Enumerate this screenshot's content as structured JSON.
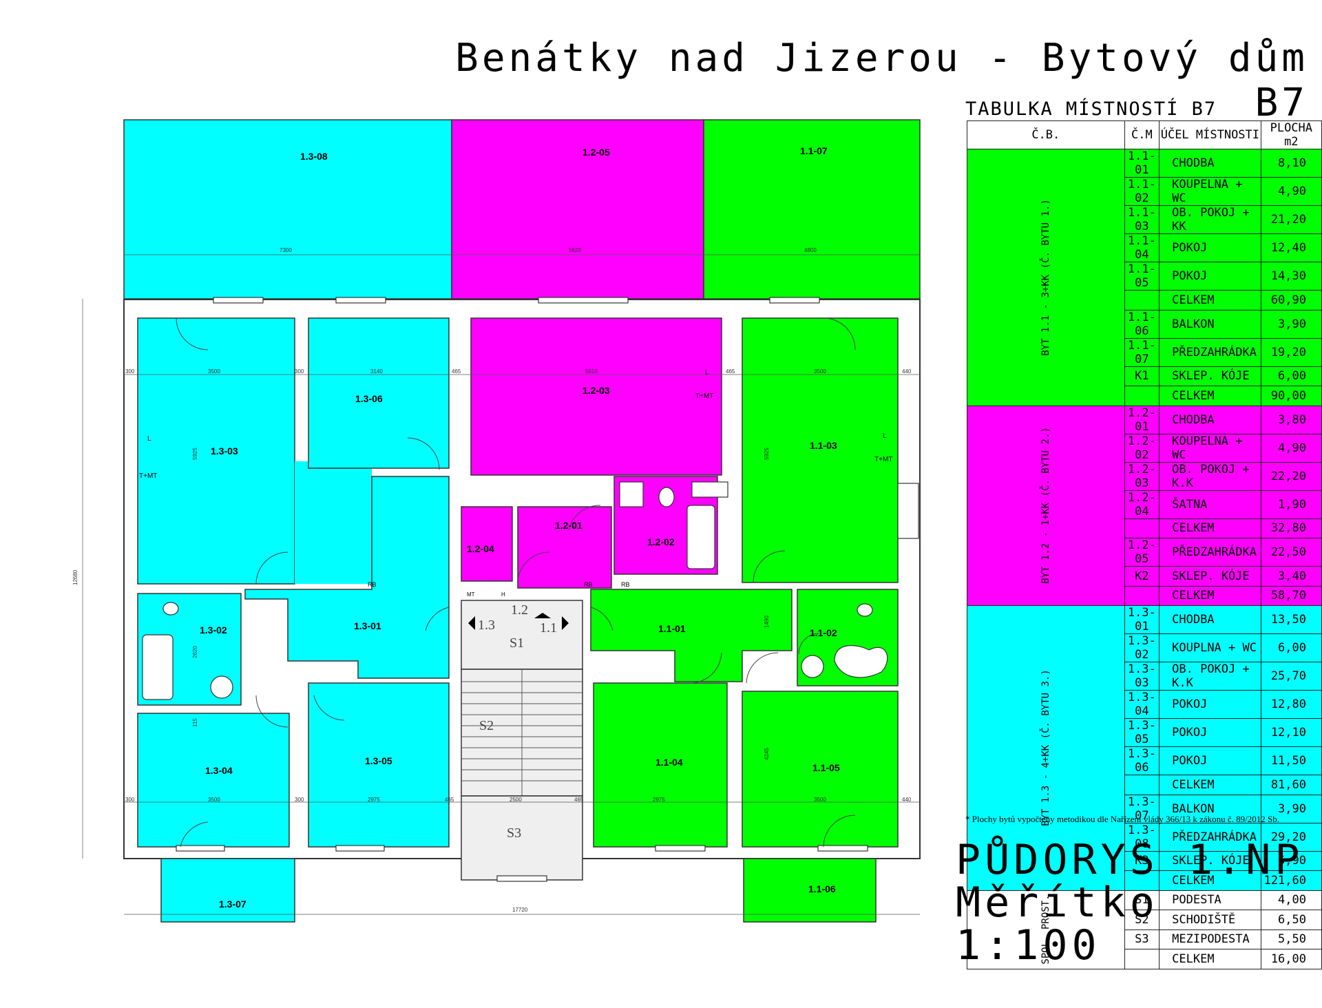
{
  "title": "Benátky nad Jizerou - Bytový dům B7",
  "colors": {
    "byt_1_1": "#00ff00",
    "byt_1_2": "#ff00ff",
    "byt_1_3": "#00ffff",
    "stair": "#efefef",
    "wall": "#ffffff"
  },
  "rooms": {
    "r1_3_08": "1.3-08",
    "r1_2_05": "1.2-05",
    "r1_1_07": "1.1-07",
    "r1_3_06": "1.3-06",
    "r1_3_03": "1.3-03",
    "r1_2_03": "1.2-03",
    "r1_1_03": "1.1-03",
    "r1_2_04": "1.2-04",
    "r1_2_01": "1.2-01",
    "r1_2_02": "1.2-02",
    "r1_3_02": "1.3-02",
    "r1_3_01": "1.3-01",
    "r1_1_01": "1.1-01",
    "r1_1_02": "1.1-02",
    "r1_3_04": "1.3-04",
    "r1_3_05": "1.3-05",
    "r1_1_04": "1.1-04",
    "r1_1_05": "1.1-05",
    "r1_3_07": "1.3-07",
    "r1_1_06": "1.1-06"
  },
  "stairs": {
    "s1": "S1",
    "s2": "S2",
    "s3": "S3",
    "a13": "1.3",
    "a12": "1.2",
    "a11": "1.1"
  },
  "fixtures": {
    "tmt": "T+MT",
    "l": "L",
    "rb": "RB",
    "mt": "MT",
    "h": "H"
  },
  "dimensions": {
    "d7300": "7300",
    "d5620": "5620",
    "d4800": "4800",
    "d12680": "12680",
    "d17720": "17720",
    "d3500": "3500",
    "d3140": "3140",
    "d5610": "5610",
    "d2975": "2975",
    "d2500": "2500",
    "d5925": "5925",
    "d4245": "4245",
    "d2620": "2620",
    "d300": "300",
    "d440": "440",
    "d465": "465",
    "d115": "115",
    "d1490": "1490"
  },
  "table": {
    "title": "TABULKA MÍSTNOSTÍ B7",
    "headers": [
      "Č.B.",
      "Č.M",
      "ÚČEL MÍSTNOSTI",
      "PLOCHA m2"
    ],
    "groups": [
      {
        "label": "BYT 1.1 - 3+KK (Č. BYTU 1.)",
        "rows": [
          [
            "1.1-01",
            "CHODBA",
            "8,10"
          ],
          [
            "1.1-02",
            "KOUPELNA + WC",
            "4,90"
          ],
          [
            "1.1-03",
            "OB. POKOJ + KK",
            "21,20"
          ],
          [
            "1.1-04",
            "POKOJ",
            "12,40"
          ],
          [
            "1.1-05",
            "POKOJ",
            "14,30"
          ],
          [
            "",
            "CELKEM",
            "60,90"
          ],
          [
            "1.1-06",
            "BALKON",
            "3,90"
          ],
          [
            "1.1-07",
            "PŘEDZAHRÁDKA",
            "19,20"
          ],
          [
            "K1",
            "SKLEP. KÓJE",
            "6,00"
          ],
          [
            "",
            "CELKEM",
            "90,00"
          ]
        ]
      },
      {
        "label": "BYT 1.2 - 1+KK (Č. BYTU 2.)",
        "rows": [
          [
            "1.2-01",
            "CHODBA",
            "3,80"
          ],
          [
            "1.2-02",
            "KOUPELNA + WC",
            "4,90"
          ],
          [
            "1.2-03",
            "OB. POKOJ + K.K",
            "22,20"
          ],
          [
            "1.2-04",
            "ŠATNA",
            "1,90"
          ],
          [
            "",
            "CELKEM",
            "32,80"
          ],
          [
            "1.2-05",
            "PŘEDZAHRÁDKA",
            "22,50"
          ],
          [
            "K2",
            "SKLEP. KÓJE",
            "3,40"
          ],
          [
            "",
            "CELKEM",
            "58,70"
          ]
        ]
      },
      {
        "label": "BYT 1.3 - 4+KK (Č. BYTU 3.)",
        "rows": [
          [
            "1.3-01",
            "CHODBA",
            "13,50"
          ],
          [
            "1.3-02",
            "KOUPLNA + WC",
            "6,00"
          ],
          [
            "1.3-03",
            "OB. POKOJ + K.K",
            "25,70"
          ],
          [
            "1.3-04",
            "POKOJ",
            "12,80"
          ],
          [
            "1.3-05",
            "POKOJ",
            "12,10"
          ],
          [
            "1.3-06",
            "POKOJ",
            "11,50"
          ],
          [
            "",
            "CELKEM",
            "81,60"
          ],
          [
            "1.3-07",
            "BALKON",
            "3,90"
          ],
          [
            "1.3-08",
            "PŘEDZAHRÁDKA",
            "29,20"
          ],
          [
            "K3",
            "SKLEP. KÓJE",
            "6,90"
          ],
          [
            "",
            "CELKEM",
            "121,60"
          ]
        ]
      },
      {
        "label": "SPOL. PROST.",
        "rows": [
          [
            "S1",
            "PODESTA",
            "4,00"
          ],
          [
            "S2",
            "SCHODIŠTĚ",
            "6,50"
          ],
          [
            "S3",
            "MEZIPODESTA",
            "5,50"
          ],
          [
            "",
            "CELKEM",
            "16,00"
          ]
        ]
      }
    ]
  },
  "footnote": "* Plochy bytů vypočteny metodikou dle Nařízení vlády 366/13 k zákonu č. 89/2012 Sb.",
  "plan_heading": {
    "line1": "PŮDORYS 1.NP",
    "line2": "Měřítko 1:100"
  }
}
